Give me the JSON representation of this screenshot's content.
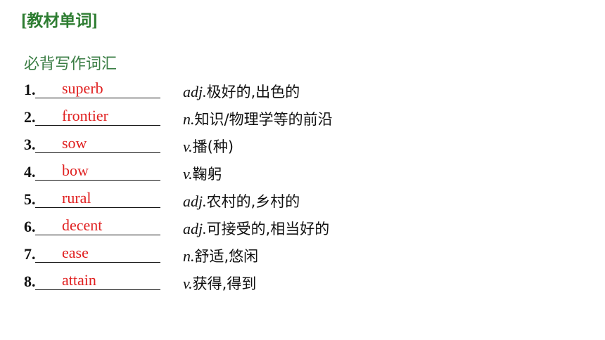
{
  "header": {
    "title_open": "[",
    "title": "教材单词",
    "title_close": "]",
    "section": "必背写作词汇"
  },
  "items": [
    {
      "num": "1.",
      "answer": "superb",
      "pos": "adj.",
      "meaning": "极好的,出色的"
    },
    {
      "num": "2.",
      "answer": "frontier",
      "pos": "n.",
      "meaning": "知识/物理学等的前沿"
    },
    {
      "num": "3.",
      "answer": "sow",
      "pos": "v.",
      "meaning": "播(种)"
    },
    {
      "num": "4.",
      "answer": "bow",
      "pos": "v.",
      "meaning": "鞠躬"
    },
    {
      "num": "5.",
      "answer": "rural",
      "pos": "adj.",
      "meaning": "农村的,乡村的"
    },
    {
      "num": "6.",
      "answer": "decent",
      "pos": "adj.",
      "meaning": "可接受的,相当好的"
    },
    {
      "num": "7.",
      "answer": "ease",
      "pos": "n.",
      "meaning": "舒适,悠闲"
    },
    {
      "num": "8.",
      "answer": "attain",
      "pos": "v.",
      "meaning": "获得,得到"
    }
  ],
  "colors": {
    "title": "#2e7d32",
    "answer": "#e02020"
  }
}
